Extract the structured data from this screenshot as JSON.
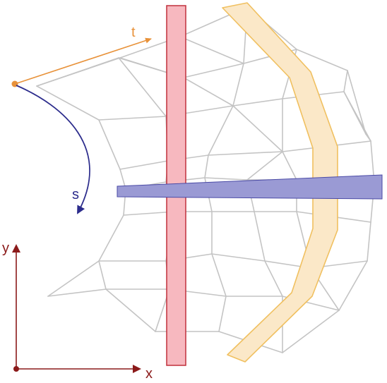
{
  "colors": {
    "background": "#ffffff",
    "mesh": "#c4c4c4",
    "vertical_band_fill": "#f7b8bf",
    "vertical_band_stroke": "#c0303c",
    "curved_band_fill": "#fbe8c8",
    "curved_band_stroke": "#f0c060",
    "wedge_fill": "#9a9ad4",
    "wedge_stroke": "#4a4aa6",
    "t_arrow": "#e8923a",
    "s_arrow": "#2c2c8c",
    "xy_axes": "#8b1a1a"
  },
  "labels": {
    "t": "t",
    "s": "s",
    "x": "x",
    "y": "y"
  }
}
